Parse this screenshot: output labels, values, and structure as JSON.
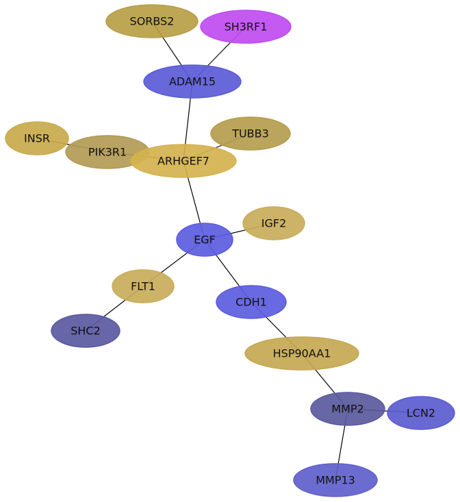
{
  "nodes": [
    {
      "id": "SORBS2",
      "label": "SORBS2",
      "color": "#b79f45"
    },
    {
      "id": "SH3RF1",
      "label": "SH3RF1",
      "color": "#bf4cf0"
    },
    {
      "id": "ADAM15",
      "label": "ADAM15",
      "color": "#5b5bd8"
    },
    {
      "id": "TUBB3",
      "label": "TUBB3",
      "color": "#b59c4e"
    },
    {
      "id": "INSR",
      "label": "INSR",
      "color": "#c9aa4c"
    },
    {
      "id": "PIK3R1",
      "label": "PIK3R1",
      "color": "#b39b55"
    },
    {
      "id": "ARHGEF7",
      "label": "ARHGEF7",
      "color": "#d4b24e"
    },
    {
      "id": "IGF2",
      "label": "IGF2",
      "color": "#c9ad5a"
    },
    {
      "id": "EGF",
      "label": "EGF",
      "color": "#5c5ce0"
    },
    {
      "id": "FLT1",
      "label": "FLT1",
      "color": "#c9ad5a"
    },
    {
      "id": "CDH1",
      "label": "CDH1",
      "color": "#5c5ce0"
    },
    {
      "id": "SHC2",
      "label": "SHC2",
      "color": "#5959a1"
    },
    {
      "id": "HSP90AA1",
      "label": "HSP90AA1",
      "color": "#c4a851"
    },
    {
      "id": "MMP2",
      "label": "MMP2",
      "color": "#5a5a9e"
    },
    {
      "id": "LCN2",
      "label": "LCN2",
      "color": "#5c5ccf"
    },
    {
      "id": "MMP13",
      "label": "MMP13",
      "color": "#6060cc"
    }
  ],
  "edges": [
    [
      "SORBS2",
      "ADAM15"
    ],
    [
      "SH3RF1",
      "ADAM15"
    ],
    [
      "ADAM15",
      "ARHGEF7"
    ],
    [
      "TUBB3",
      "ARHGEF7"
    ],
    [
      "INSR",
      "PIK3R1"
    ],
    [
      "PIK3R1",
      "ARHGEF7"
    ],
    [
      "ARHGEF7",
      "EGF"
    ],
    [
      "EGF",
      "IGF2"
    ],
    [
      "EGF",
      "FLT1"
    ],
    [
      "EGF",
      "CDH1"
    ],
    [
      "FLT1",
      "SHC2"
    ],
    [
      "CDH1",
      "HSP90AA1"
    ],
    [
      "HSP90AA1",
      "MMP2"
    ],
    [
      "MMP2",
      "LCN2"
    ],
    [
      "MMP2",
      "MMP13"
    ]
  ]
}
